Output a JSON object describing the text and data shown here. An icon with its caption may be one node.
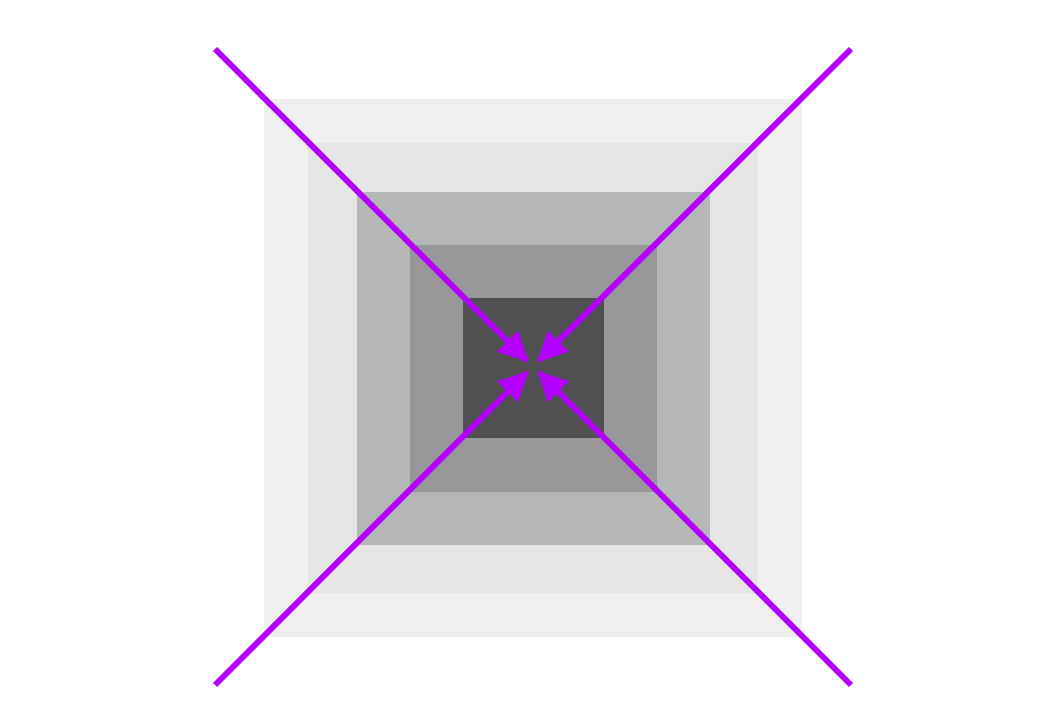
{
  "diagram": {
    "nodes": [
      {
        "text": [],
        "shape": "box"
      },
      {
        "text": [],
        "shape": "box",
        "in": 0
      },
      {
        "text": [],
        "shape": "box",
        "in": 1
      },
      {
        "text": [],
        "shape": "box",
        "in": 2
      },
      {
        "text": [],
        "shape": "box",
        "in": 3
      }
    ],
    "edges": [
      {
        "from": null,
        "to": 4,
        "arrow": "to"
      },
      {
        "from": null,
        "to": 4,
        "arrow": "to"
      },
      {
        "from": null,
        "to": 4,
        "arrow": "to"
      },
      {
        "from": null,
        "to": 4,
        "arrow": "to"
      }
    ]
  }
}
